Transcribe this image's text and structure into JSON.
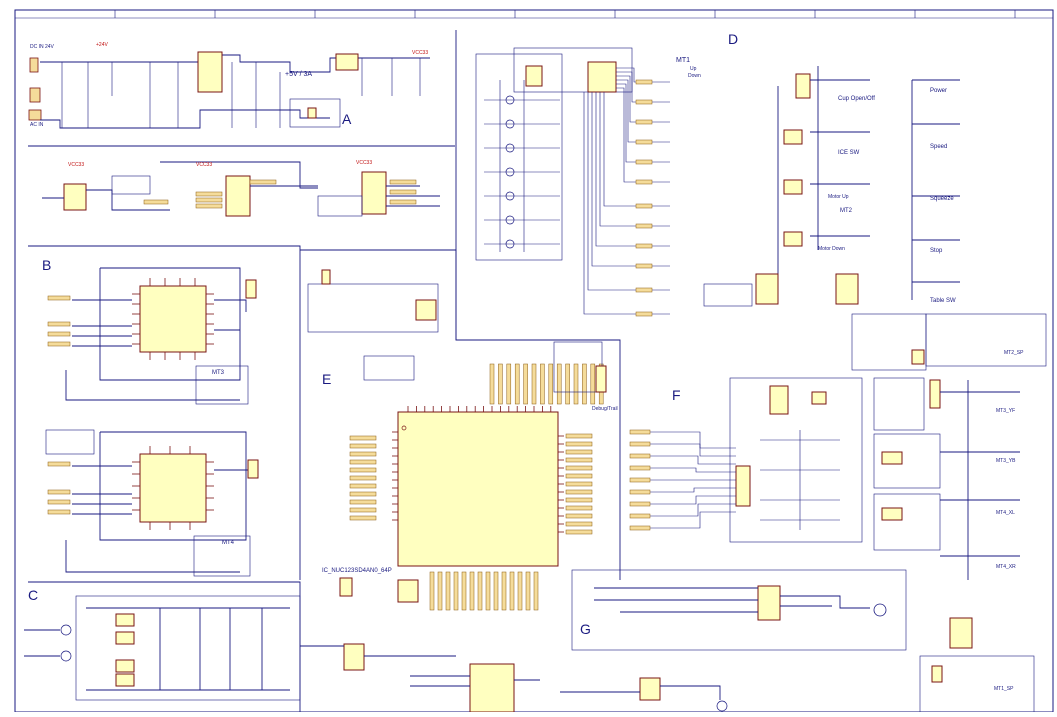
{
  "sections": [
    {
      "key": "A",
      "label": "A"
    },
    {
      "key": "B",
      "label": "B"
    },
    {
      "key": "C",
      "label": "C"
    },
    {
      "key": "D",
      "label": "D"
    },
    {
      "key": "E",
      "label": "E"
    },
    {
      "key": "F",
      "label": "F"
    },
    {
      "key": "G",
      "label": "G"
    }
  ],
  "power": {
    "dc_in": "DC IN 24V",
    "ac_in": "AC IN",
    "vcc24": "+24V",
    "rail": "+5V / 3A",
    "vcc33": "VCC33"
  },
  "motors": {
    "mt1": "MT1",
    "mt1_up": "Up",
    "mt1_down": "Down",
    "mt2": "MT2",
    "mt2_sp": "MT2_SP",
    "mt3_yf": "MT3_YF",
    "mt3_yb": "MT3_YB",
    "mt4_xl": "MT4_XL",
    "mt4_xr": "MT4_XR",
    "mt1_sp": "MT1_SP",
    "mt3": "MT3",
    "mt4": "MT4"
  },
  "switches": {
    "cup": "Cup Open/Off",
    "ice": "ICE SW",
    "motor_up": "Motor Up",
    "motor_down": "Motor Down",
    "power": "Power",
    "speed": "Speed",
    "squeeze": "Squeeze",
    "stop": "Stop",
    "table": "Table SW"
  },
  "mcu": {
    "part": "IC_NUC123SD4AN0_64P",
    "debug": "Debug/Trail"
  }
}
